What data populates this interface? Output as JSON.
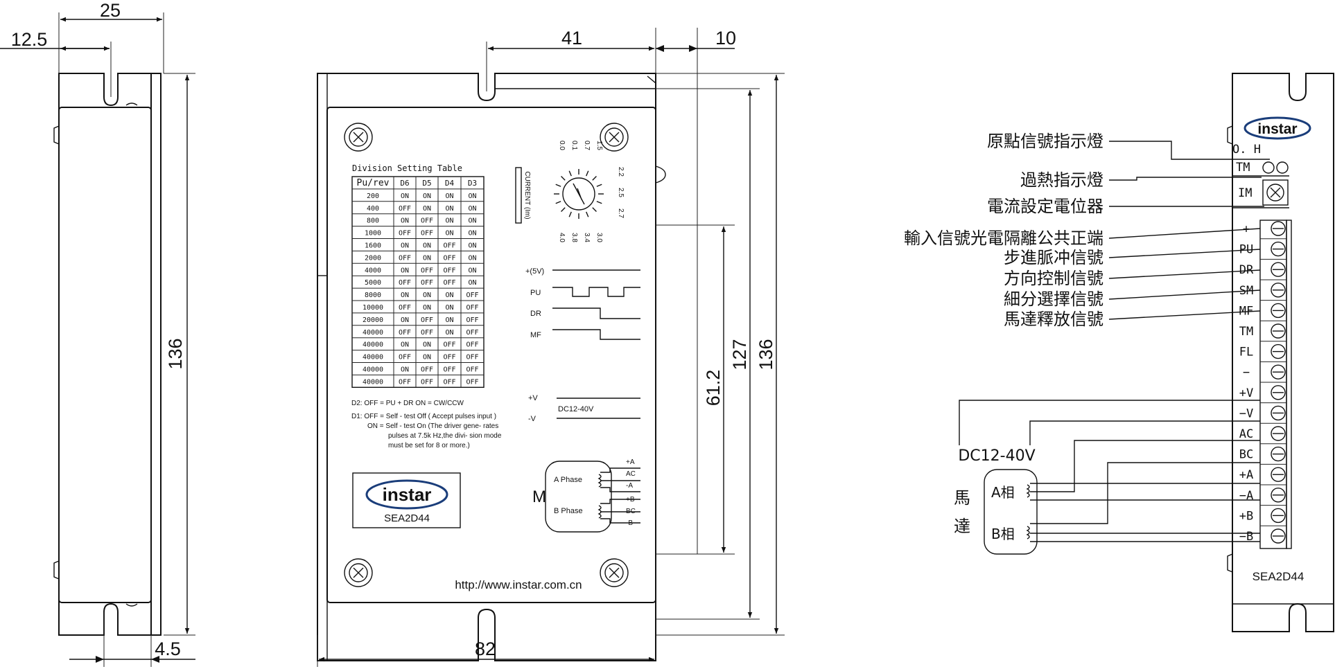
{
  "dimensions": {
    "top_25": "25",
    "top_12_5": "12.5",
    "side_136": "136",
    "bottom_4_5": "4.5",
    "top_41": "41",
    "top_10": "10",
    "right_61_2": "61.2",
    "right_127": "127",
    "right_136": "136",
    "bottom_82": "82"
  },
  "front_panel": {
    "table_title": "Division Setting Table",
    "table_headers": [
      "Pu/rev",
      "D6",
      "D5",
      "D4",
      "D3"
    ],
    "table_rows": [
      [
        "200",
        "ON",
        "ON",
        "ON",
        "ON"
      ],
      [
        "400",
        "OFF",
        "ON",
        "ON",
        "ON"
      ],
      [
        "800",
        "ON",
        "OFF",
        "ON",
        "ON"
      ],
      [
        "1000",
        "OFF",
        "OFF",
        "ON",
        "ON"
      ],
      [
        "1600",
        "ON",
        "ON",
        "OFF",
        "ON"
      ],
      [
        "2000",
        "OFF",
        "ON",
        "OFF",
        "ON"
      ],
      [
        "4000",
        "ON",
        "OFF",
        "OFF",
        "ON"
      ],
      [
        "5000",
        "OFF",
        "OFF",
        "OFF",
        "ON"
      ],
      [
        "8000",
        "ON",
        "ON",
        "ON",
        "OFF"
      ],
      [
        "10000",
        "OFF",
        "ON",
        "ON",
        "OFF"
      ],
      [
        "20000",
        "ON",
        "OFF",
        "ON",
        "OFF"
      ],
      [
        "40000",
        "OFF",
        "OFF",
        "ON",
        "OFF"
      ],
      [
        "40000",
        "ON",
        "ON",
        "OFF",
        "OFF"
      ],
      [
        "40000",
        "OFF",
        "ON",
        "OFF",
        "OFF"
      ],
      [
        "40000",
        "ON",
        "OFF",
        "OFF",
        "OFF"
      ],
      [
        "40000",
        "OFF",
        "OFF",
        "OFF",
        "OFF"
      ]
    ],
    "note_d2": "D2: OFF = PU + DR     ON   = CW/CCW",
    "note_d1_line1": "D1: OFF = Self - test Off ( Accept pulses input )",
    "note_d1_line2": "ON   = Self - test On (The driver gene- rates",
    "note_d1_line3": "pulses at 7.5k Hz,the divi- sion mode",
    "note_d1_line4": "must be set for 8 or more.)",
    "current_label": "CURRENT (Im)",
    "current_values_top": [
      "0.0",
      "0.1",
      "0.7",
      "1.5"
    ],
    "current_values_right": [
      "2.2",
      "2.5",
      "2.7"
    ],
    "current_values_bottom": [
      "4.0",
      "3.8",
      "3.4",
      "3.0"
    ],
    "signal_5v": "+(5V)",
    "signal_pu": "PU",
    "signal_dr": "DR",
    "signal_mf": "MF",
    "power_plus": "+V",
    "power_minus": "-V",
    "power_range": "DC12-40V",
    "motor_letter": "M",
    "a_phase": "A Phase",
    "b_phase": "B Phase",
    "phase_terminals": [
      "+A",
      "AC",
      "-A",
      "+B",
      "BC",
      "-B"
    ],
    "brand": "instar",
    "model": "SEA2D44",
    "url": "http://www.instar.com.cn"
  },
  "right_view": {
    "brand": "instar",
    "model": "SEA2D44",
    "oh_label": "O. H",
    "tm_label": "TM",
    "im_label": "IM",
    "terminals": [
      "+",
      "PU",
      "DR",
      "SM",
      "MF",
      "TM",
      "FL",
      "−",
      "+V",
      "−V",
      "AC",
      "BC",
      "+A",
      "−A",
      "+B",
      "−B"
    ],
    "callouts": [
      "原點信號指示燈",
      "過熱指示燈",
      "電流設定電位器",
      "輸入信號光電隔離公共正端",
      "步進脈冲信號",
      "方向控制信號",
      "細分選擇信號",
      "馬達釋放信號"
    ],
    "power_label": "DC12-40V",
    "motor_char_1": "馬",
    "motor_char_2": "達",
    "phase_a": "A相",
    "phase_b": "B相"
  }
}
